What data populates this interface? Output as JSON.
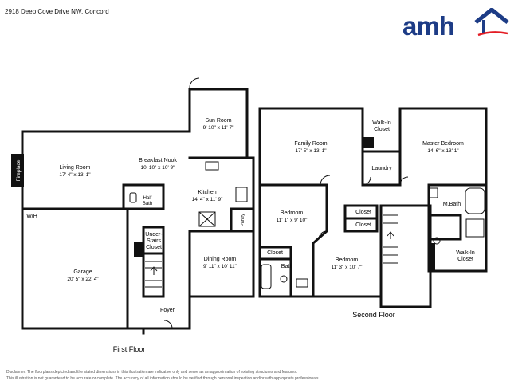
{
  "address": "2918 Deep Cove Drive NW, Concord",
  "logo": {
    "text": "amh",
    "icon": "house-roof-swoosh-icon",
    "brand_color": "#1d3c86",
    "accent_color": "#e31b23"
  },
  "first_floor": {
    "label": "First Floor",
    "rooms": [
      {
        "key": "living",
        "name": "Living Room",
        "dims": "17' 4\" x 13' 1\""
      },
      {
        "key": "breakfast",
        "name": "Breakfast Nook",
        "dims": "10' 10\" x 10' 9\""
      },
      {
        "key": "sun",
        "name": "Sun Room",
        "dims": "9' 10\" x 11' 7\""
      },
      {
        "key": "kitchen",
        "name": "Kitchen",
        "dims": "14' 4\" x 11' 9\""
      },
      {
        "key": "garage",
        "name": "Garage",
        "dims": "20' 5\" x 22' 4\""
      },
      {
        "key": "dining",
        "name": "Dining Room",
        "dims": "9' 11\" x 10' 11\""
      }
    ],
    "labels": {
      "fireplace": "Fireplace",
      "wh": "W/H",
      "half_bath_1": "Half",
      "half_bath_2": "Bath",
      "pantry": "Pantry",
      "under_stairs_1": "Under-",
      "under_stairs_2": "Stairs",
      "under_stairs_3": "Closet",
      "foyer": "Foyer"
    }
  },
  "second_floor": {
    "label": "Second Floor",
    "rooms": [
      {
        "key": "family",
        "name": "Family Room",
        "dims": "17' 5\" x 13' 1\""
      },
      {
        "key": "master",
        "name": "Master Bedroom",
        "dims": "14' 6\" x 13' 1\""
      },
      {
        "key": "bed2",
        "name": "Bedroom",
        "dims": "11' 1\" x 9' 10\""
      },
      {
        "key": "bed3",
        "name": "Bedroom",
        "dims": "11' 3\" x 10' 7\""
      }
    ],
    "labels": {
      "walkin_top_1": "Walk-In",
      "walkin_top_2": "Closet",
      "laundry": "Laundry",
      "closet_a": "Closet",
      "closet_b": "Closet",
      "closet_c": "Closet",
      "bath": "Bath",
      "mbath": "M.Bath",
      "walkin_bottom_1": "Walk-In",
      "walkin_bottom_2": "Closet"
    }
  },
  "disclaimer": [
    "Disclaimer: The floorplans depicted and the stated dimensions in this illustration are indicative only and serve as an approximation of existing structures and features.",
    "This illustration is not guaranteed to be accurate or complete. The accuracy of all information should be verified through personal inspection and/or with appropriate professionals."
  ]
}
